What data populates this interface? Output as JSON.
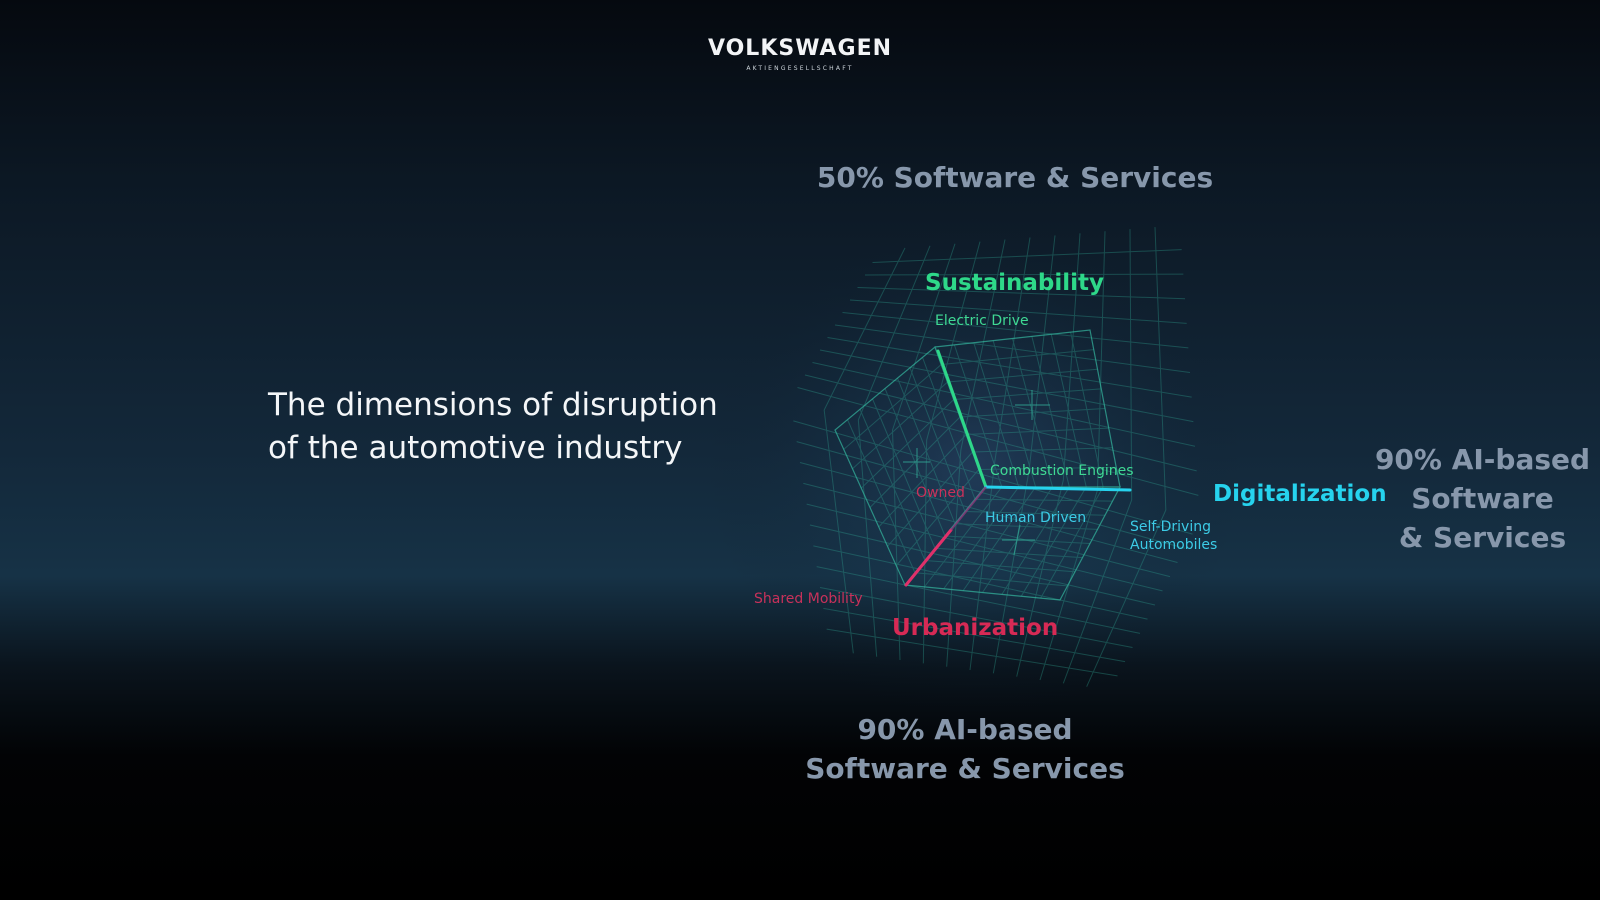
{
  "logo": {
    "brand": "VOLKSWAGEN",
    "subtitle": "AKTIENGESELLSCHAFT"
  },
  "headline": {
    "line1": "The dimensions of disruption",
    "line2": "of the automotive industry"
  },
  "outcomes": {
    "top": [
      "50% Software & Services"
    ],
    "right": [
      "90% AI-based",
      "Software",
      "& Services"
    ],
    "bottom": [
      "90% AI-based",
      "Software & Services"
    ]
  },
  "dimensions": {
    "sustainability": {
      "label": "Sustainability",
      "pole_a": "Electric Drive",
      "pole_b": "Combustion Engines"
    },
    "digitalization": {
      "label": "Digitalization",
      "pole_a": "Human Driven",
      "pole_b": "Self-Driving Automobiles",
      "pole_b_line1": "Self-Driving",
      "pole_b_line2": "Automobiles"
    },
    "urbanization": {
      "label": "Urbanization",
      "pole_a": "Owned",
      "pole_b": "Shared Mobility"
    }
  },
  "colors": {
    "sustainability": "#2ed889",
    "digitalization": "#26d3ee",
    "urbanization": "#d72a55",
    "outcome_text": "#8797ab",
    "background": "#13283a"
  }
}
